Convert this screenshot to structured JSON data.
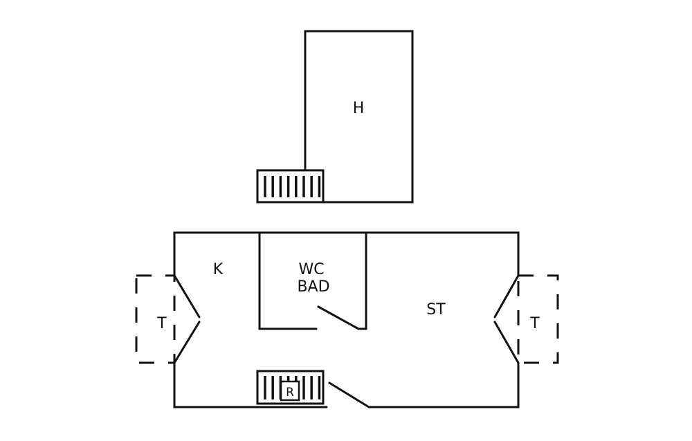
{
  "labels": {
    "upper_room": "H",
    "kitchen": "K",
    "wc": "WC",
    "bath": "BAD",
    "living": "ST",
    "terrace_left": "T",
    "terrace_right": "T",
    "stair_marker": "R"
  },
  "colors": {
    "line": "#111111",
    "background": "#ffffff"
  }
}
